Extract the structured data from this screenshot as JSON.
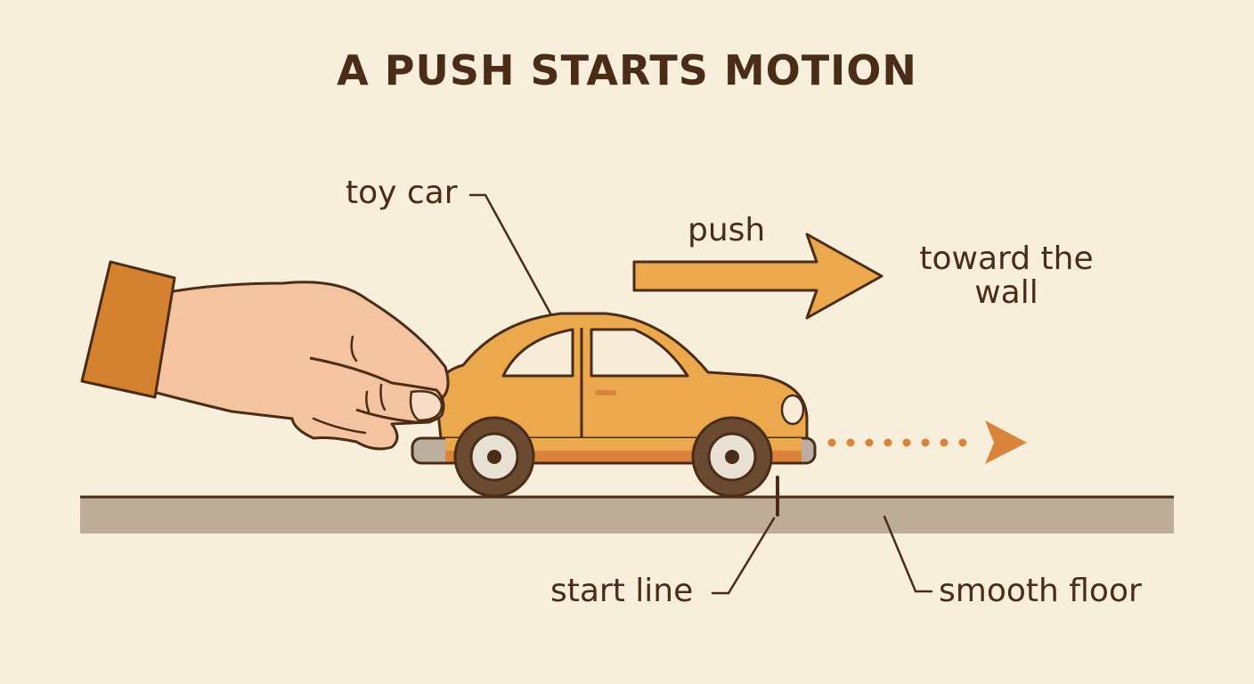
{
  "title": "A PUSH STARTS MOTION",
  "labels": {
    "toy_car": "toy car",
    "push": "push",
    "direction_line1": "toward the",
    "direction_line2": "wall",
    "start_line": "start line",
    "smooth_floor": "smooth floor"
  },
  "colors": {
    "background": "#f7efdc",
    "text": "#4a2c17",
    "car_body": "#eba84c",
    "arrow": "#eba84c",
    "motion_dots": "#d9843a",
    "floor": "#bcad98",
    "sleeve": "#d4822f",
    "skin": "#f4c4a0"
  }
}
